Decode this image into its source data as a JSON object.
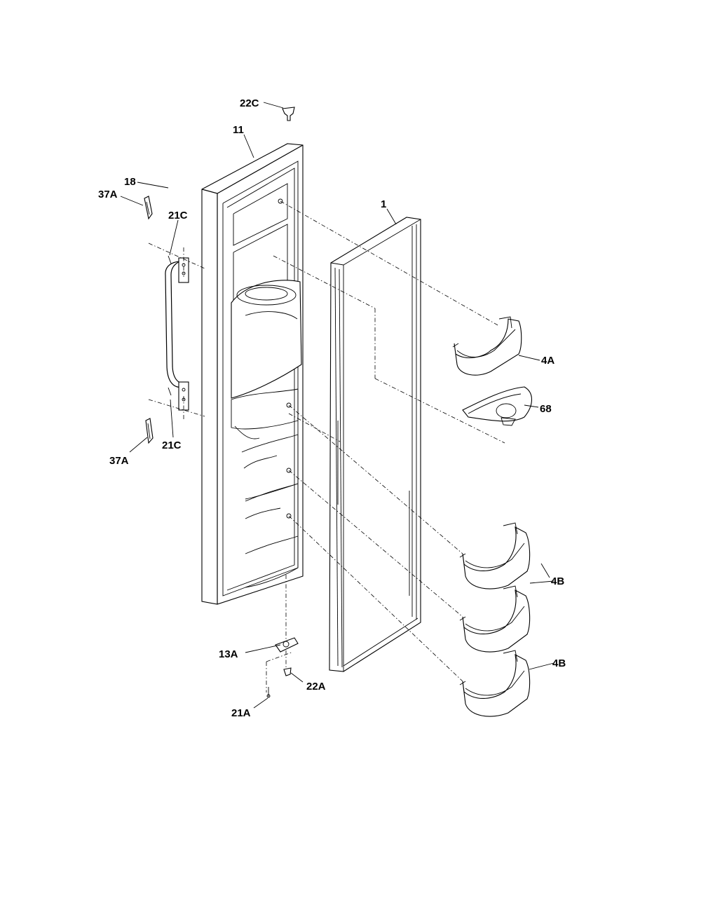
{
  "labels": {
    "c22": "22C",
    "c11": "11",
    "a37_top": "37A",
    "c21_top": "21C",
    "c1": "1",
    "c18": "18",
    "a4": "4A",
    "c68": "68",
    "a37_bottom": "37A",
    "c21_bottom": "21C",
    "b4_pair": "4B",
    "a13": "13A",
    "a22": "22A",
    "a21": "21A",
    "b4_single": "4B"
  }
}
